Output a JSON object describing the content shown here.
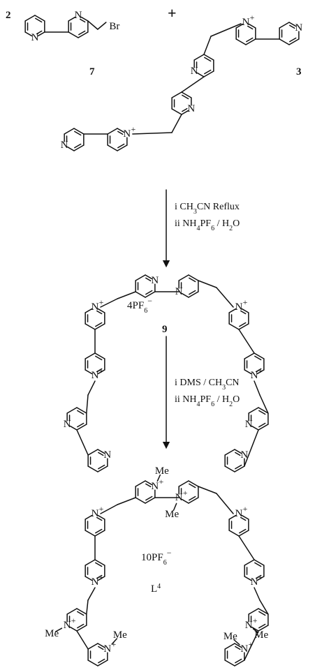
{
  "atoms": {
    "n": "N",
    "nplus": "N",
    "plus": "+",
    "br": "Br",
    "me": "Me",
    "minus": "−"
  },
  "top": {
    "coef": "2",
    "plus_sign": "+",
    "label_7": "7",
    "label_3": "3"
  },
  "step1": {
    "line1": "i  CH3CN Reflux",
    "line2": "ii  NH4PF6 / H2O"
  },
  "compound9": {
    "counter": "4PF6",
    "label": "9"
  },
  "step2": {
    "line1": "i  DMS / CH3CN",
    "line2": "ii  NH4PF6 / H2O"
  },
  "product": {
    "counter": "10PF6",
    "ligand": "L",
    "ligand_sup": "4"
  }
}
